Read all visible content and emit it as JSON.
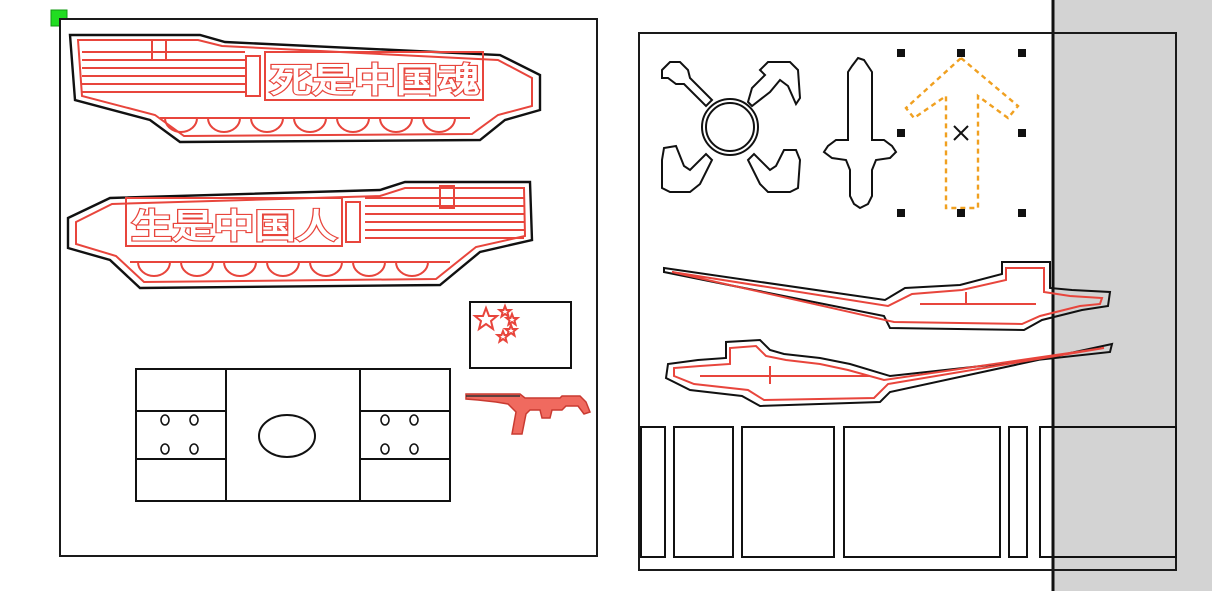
{
  "canvas": {
    "background": "#ffffff",
    "scrollbar_color": "#d3d3d3",
    "cut_color": "#e8453c",
    "selection_color": "#f0a020",
    "marker_color": "#22dd22"
  },
  "designs": {
    "tank_top_slogan": "死是中国魂",
    "tank_bottom_slogan": "生是中国人"
  },
  "selection": {
    "object": "arrow-up-icon",
    "handle_count": 8
  }
}
